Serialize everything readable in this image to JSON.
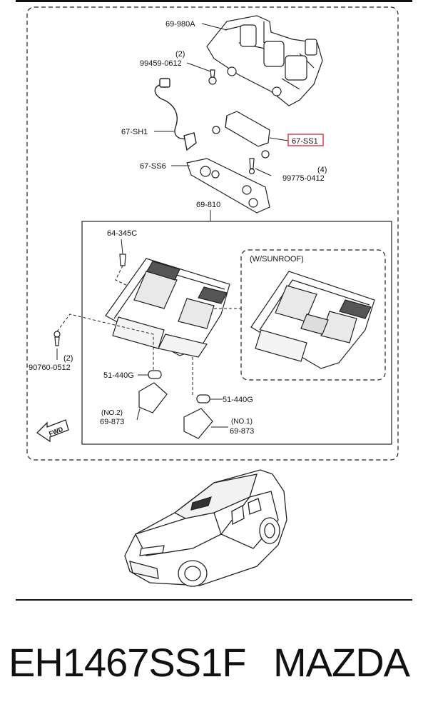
{
  "labels": {
    "bracket": "69-980A",
    "bolt_top_qty": "(2)",
    "bolt_top": "99459-0612",
    "harness": "67-SH1",
    "module": "67-SS1",
    "plate": "67-SS6",
    "screw_qty": "(4)",
    "screw": "99775-0412",
    "console": "69-810",
    "clip": "64-345C",
    "variant": "(W/SUNROOF)",
    "bolt_left_qty": "(2)",
    "bolt_left": "90760-0512",
    "bulb_a": "51-440G",
    "bulb_b": "51-440G",
    "lens_a_no": "(NO.2)",
    "lens_a": "69-873",
    "lens_b_no": "(NO.1)",
    "lens_b": "69-873",
    "fwd": "FWD"
  },
  "highlight_color": "#e0303a",
  "footer": {
    "part_number": "EH1467SS1F",
    "brand": "MAZDA"
  }
}
